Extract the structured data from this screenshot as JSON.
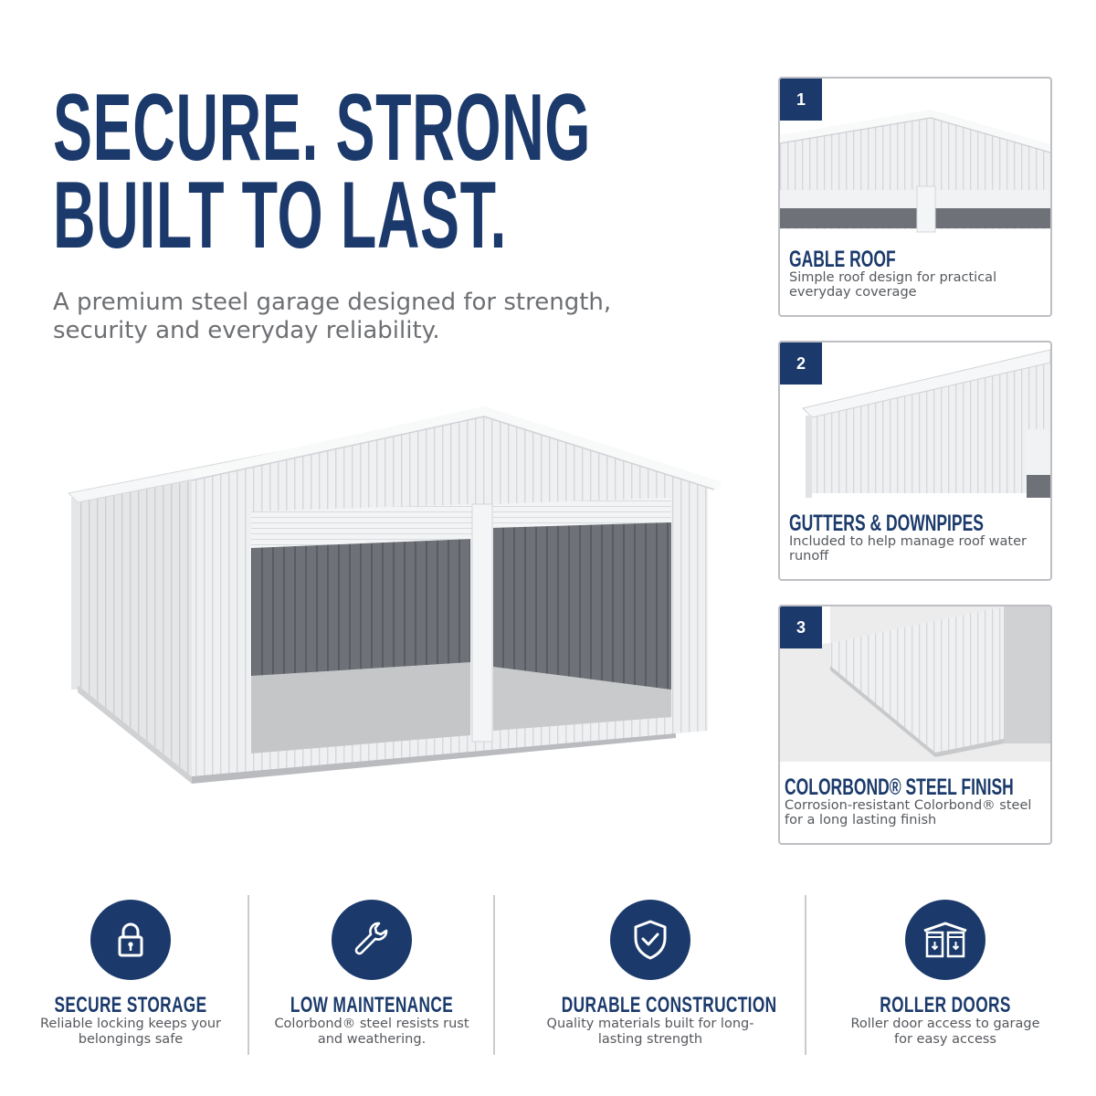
{
  "headline": {
    "line1": "SECURE. STRONG",
    "line2": "BUILT TO LAST."
  },
  "subtitle": {
    "line1": "A premium steel garage designed for strength,",
    "line2": "security and everyday reliability."
  },
  "cards": [
    {
      "number": "1",
      "title": "GABLE ROOF",
      "text": "Simple roof design for practical everyday coverage"
    },
    {
      "number": "2",
      "title": "GUTTERS & DOWNPIPES",
      "text": "Included to help manage roof water runoff"
    },
    {
      "number": "3",
      "title": "COLORBOND® STEEL FINISH",
      "text": "Corrosion-resistant Colorbond® steel for a long lasting finish"
    }
  ],
  "features": [
    {
      "icon": "padlock-icon",
      "title": "SECURE STORAGE",
      "text": "Reliable locking keeps your belongings safe"
    },
    {
      "icon": "wrench-icon",
      "title": "LOW MAINTENANCE",
      "text": "Colorbond® steel resists rust and weathering."
    },
    {
      "icon": "shield-check-icon",
      "title": "DURABLE CONSTRUCTION",
      "text": "Quality materials built for long-lasting strength"
    },
    {
      "icon": "garage-roller-door-icon",
      "title": "ROLLER DOORS",
      "text": "Roller door access to garage for easy access"
    }
  ],
  "colors": {
    "navy": "#1b3a6b",
    "gray_text": "#6d6f73",
    "steel_white": "#eef0f1",
    "interior": "#6e7177",
    "floor": "#c4c6c8"
  }
}
